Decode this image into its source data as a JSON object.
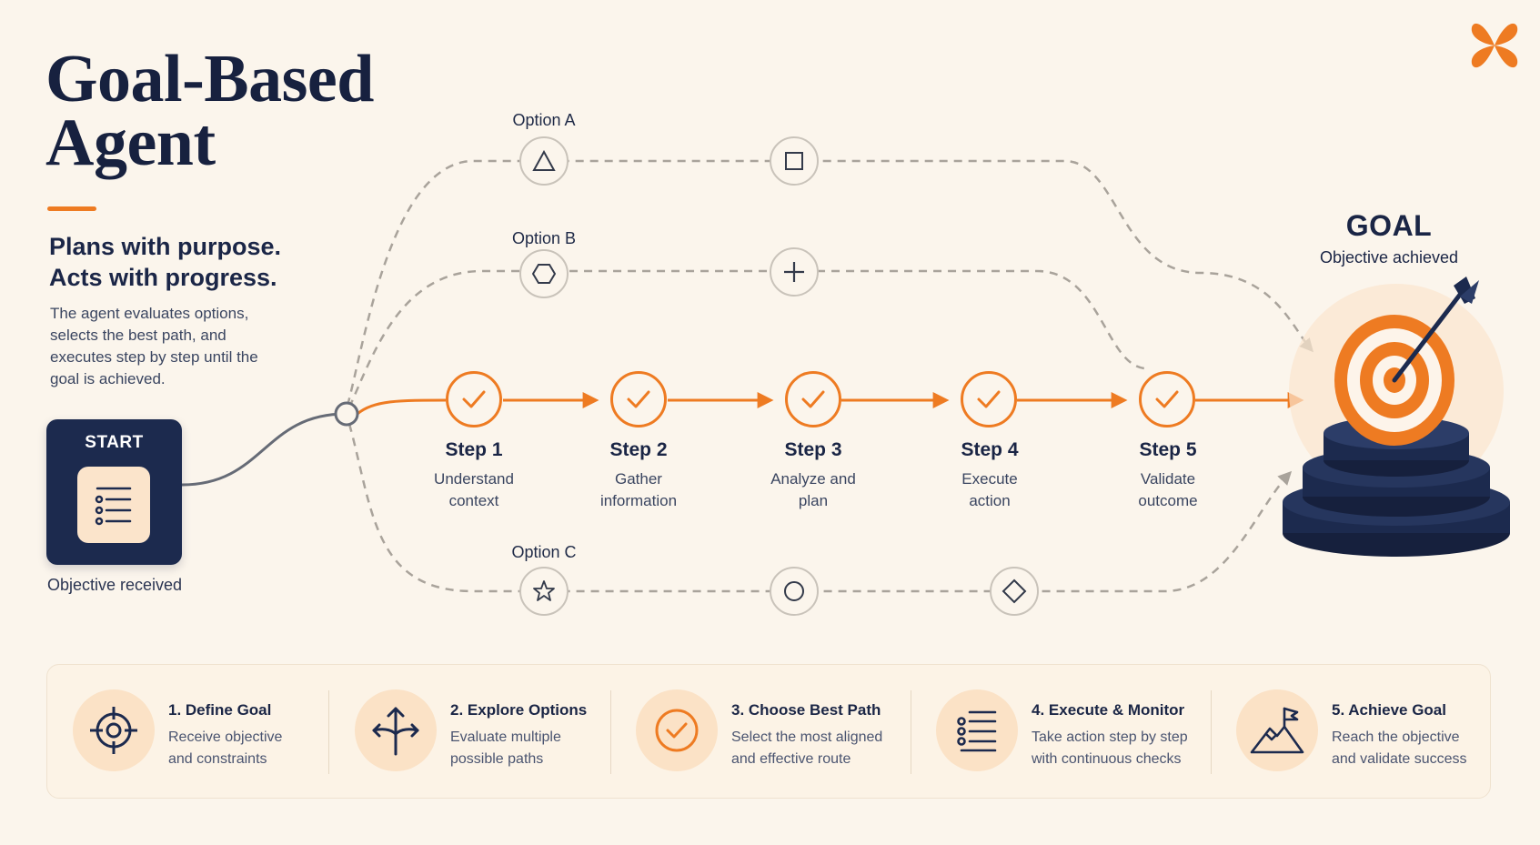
{
  "header": {
    "title_line1": "Goal-Based",
    "title_line2": "Agent",
    "tagline_line1": "Plans with purpose.",
    "tagline_line2": "Acts with progress.",
    "description": "The agent evaluates options, selects the best path, and executes step by step until the goal is achieved."
  },
  "start": {
    "label": "START",
    "caption": "Objective received"
  },
  "options": {
    "a": {
      "label": "Option A",
      "icons": [
        "triangle-icon",
        "square-icon"
      ]
    },
    "b": {
      "label": "Option B",
      "icons": [
        "hexagon-icon",
        "plus-icon"
      ]
    },
    "c": {
      "label": "Option C",
      "icons": [
        "star-icon",
        "circle-icon",
        "diamond-icon"
      ]
    }
  },
  "steps": [
    {
      "title": "Step 1",
      "desc": "Understand\ncontext"
    },
    {
      "title": "Step 2",
      "desc": "Gather\ninformation"
    },
    {
      "title": "Step 3",
      "desc": "Analyze and\nplan"
    },
    {
      "title": "Step 4",
      "desc": "Execute\naction"
    },
    {
      "title": "Step 5",
      "desc": "Validate\noutcome"
    }
  ],
  "goal": {
    "title": "GOAL",
    "subtitle": "Objective achieved",
    "icon": "target-icon"
  },
  "phases": [
    {
      "title": "1. Define Goal",
      "desc": "Receive objective\nand constraints",
      "icon": "crosshair-icon"
    },
    {
      "title": "2. Explore Options",
      "desc": "Evaluate multiple\npossible paths",
      "icon": "branch-arrows-icon"
    },
    {
      "title": "3. Choose Best Path",
      "desc": "Select the most aligned\nand effective route",
      "icon": "check-circle-icon"
    },
    {
      "title": "4. Execute & Monitor",
      "desc": "Take action step by step\nwith continuous checks",
      "icon": "checklist-icon"
    },
    {
      "title": "5. Achieve Goal",
      "desc": "Reach the objective\nand validate success",
      "icon": "mountain-flag-icon"
    }
  ],
  "colors": {
    "accent": "#ee7b22",
    "navy": "#1c2a4e",
    "background": "#fbf5ec",
    "dashed_path": "#a9a39b"
  }
}
